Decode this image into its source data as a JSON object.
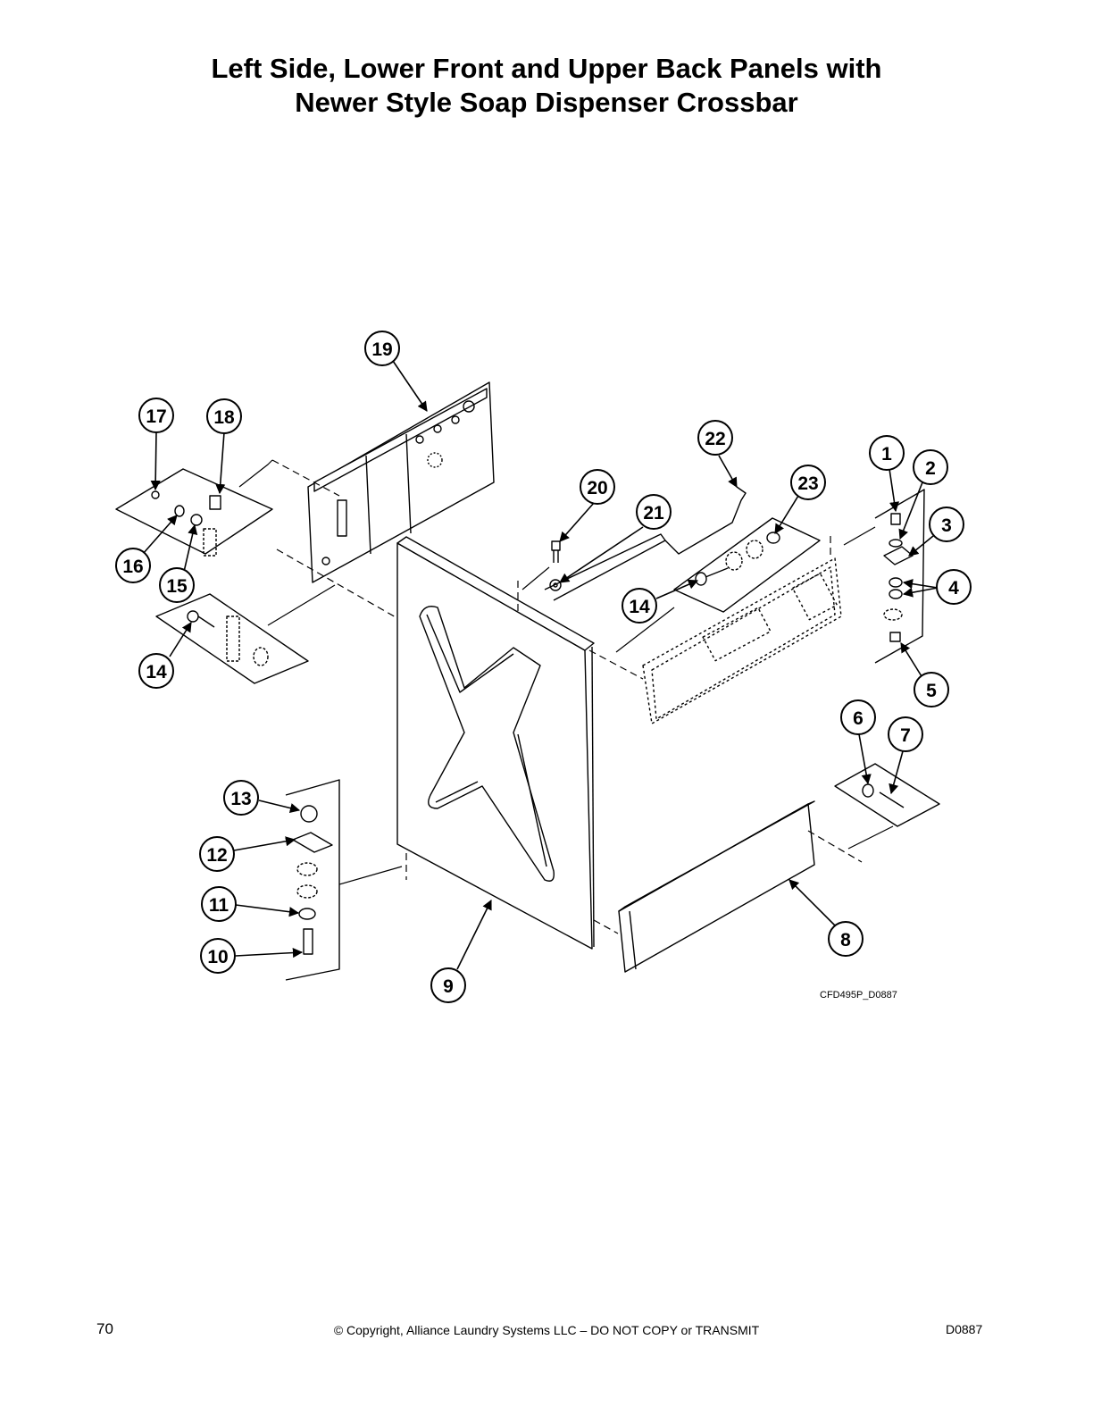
{
  "title": {
    "line1": "Left Side, Lower Front and Upper Back Panels with",
    "line2": "Newer Style Soap Dispenser Crossbar"
  },
  "diagram": {
    "drawing_id": "CFD495P_D0887",
    "callouts": {
      "c1": "1",
      "c2": "2",
      "c3": "3",
      "c4": "4",
      "c5": "5",
      "c6": "6",
      "c7": "7",
      "c8": "8",
      "c9": "9",
      "c10": "10",
      "c11": "11",
      "c12": "12",
      "c13": "13",
      "c14a": "14",
      "c14b": "14",
      "c15": "15",
      "c16": "16",
      "c17": "17",
      "c18": "18",
      "c19": "19",
      "c20": "20",
      "c21": "21",
      "c22": "22",
      "c23": "23"
    }
  },
  "footer": {
    "page_number": "70",
    "copyright": "© Copyright, Alliance Laundry Systems LLC – DO NOT COPY or TRANSMIT",
    "doc_code": "D0887"
  }
}
